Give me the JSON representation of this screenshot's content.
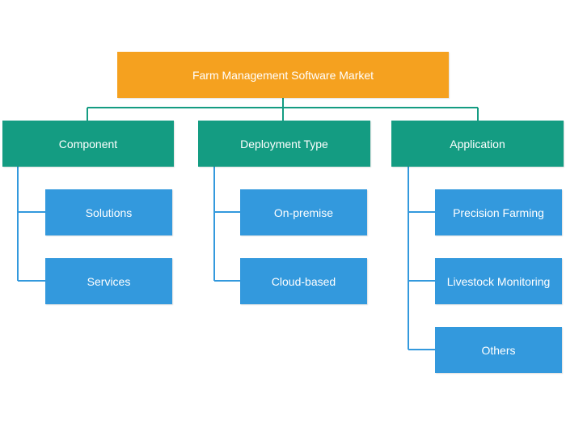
{
  "root": {
    "label": "Farm Management Software Market"
  },
  "categories": [
    {
      "label": "Component",
      "items": [
        "Solutions",
        "Services"
      ]
    },
    {
      "label": "Deployment Type",
      "items": [
        "On-premise",
        "Cloud-based"
      ]
    },
    {
      "label": "Application",
      "items": [
        "Precision Farming",
        "Livestock Monitoring",
        "Others"
      ]
    }
  ],
  "colors": {
    "root": "#f5a11f",
    "category": "#149c82",
    "leaf": "#3399dd",
    "connector_top": "#149c82",
    "connector_leaf": "#3399dd"
  }
}
